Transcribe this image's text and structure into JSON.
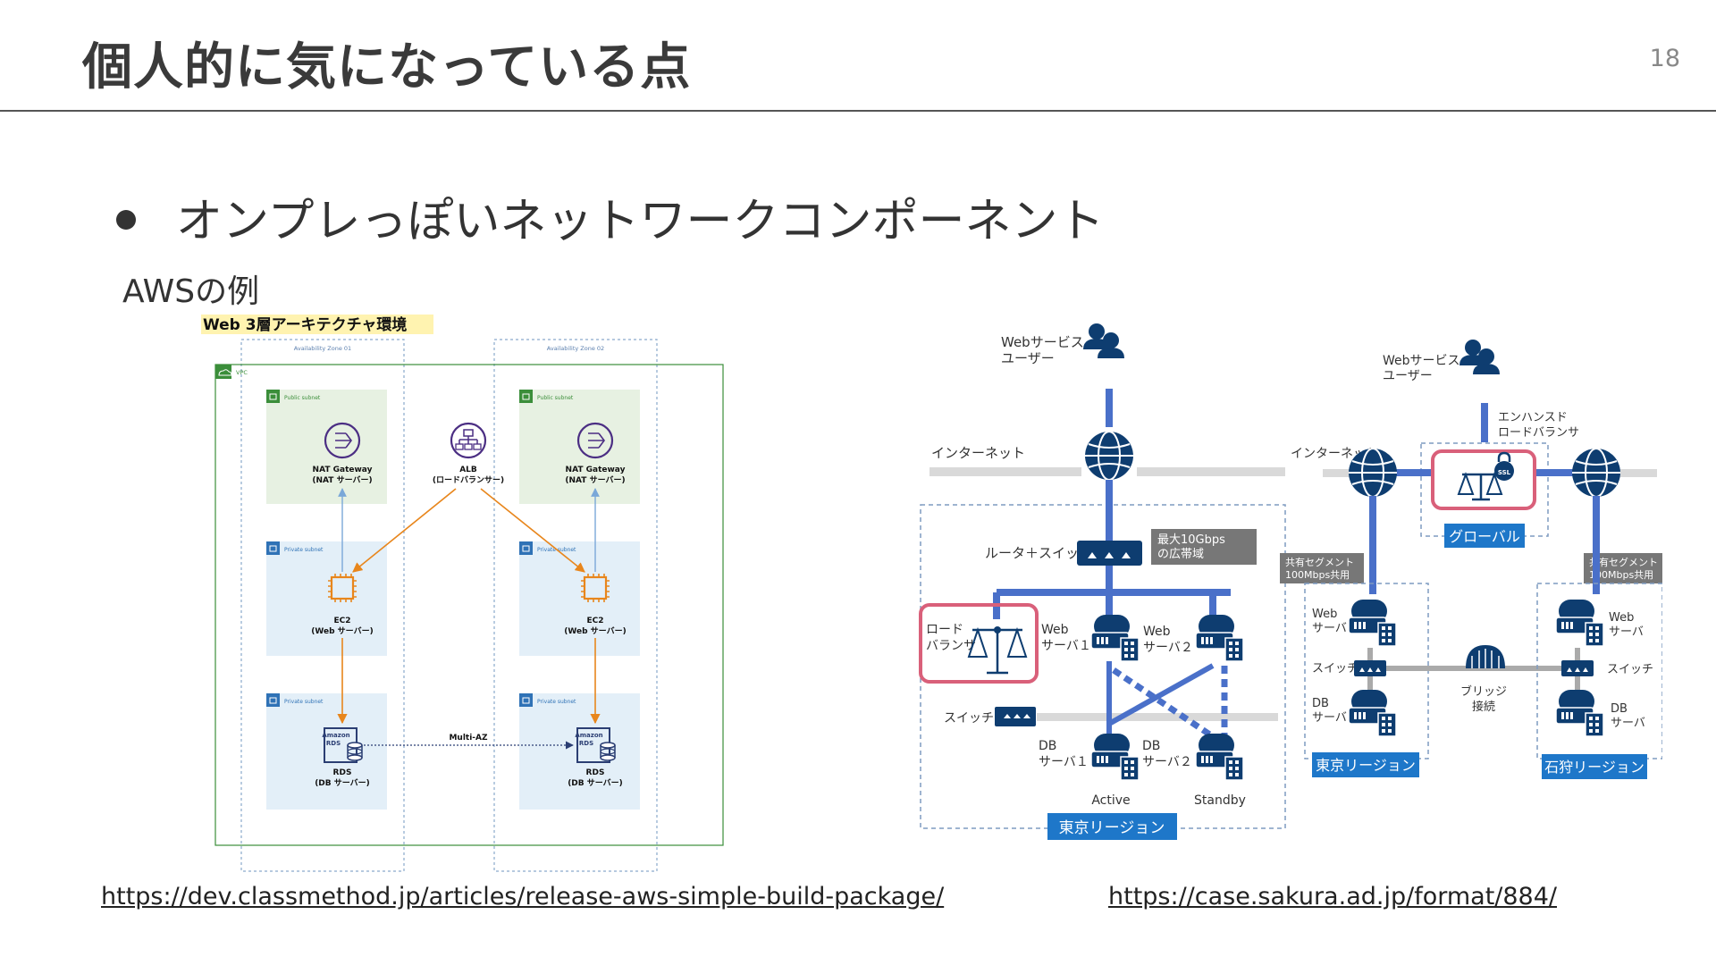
{
  "slide": {
    "title": "個人的に気になっている点",
    "page_number": "18",
    "bullet": "オンプレっぽいネットワークコンポーネント",
    "aws_example_label": "AWSの例"
  },
  "aws_diagram": {
    "heading": "Web 3層アーキテクチャ環境",
    "az1": "Availability Zone 01",
    "az2": "Availability Zone 02",
    "vpc": "VPC",
    "public_subnet": "Public subnet",
    "private_subnet": "Private subnet",
    "nat_title": "NAT Gateway",
    "nat_sub": "(NAT サーバー)",
    "alb_title": "ALB",
    "alb_sub": "(ロードバランサー)",
    "ec2_title": "EC2",
    "ec2_sub": "(Web サーバー)",
    "rds_icon_line1": "Amazon",
    "rds_icon_line2": "RDS",
    "rds_title": "RDS",
    "rds_sub": "(DB サーバー)",
    "multi_az": "Multi-AZ"
  },
  "sakura_diagram": {
    "left": {
      "user_line1": "Webサービス",
      "user_line2": "ユーザー",
      "internet": "インターネット",
      "router": "ルータ＋スイッチ",
      "bandwidth_line1": "最大10Gbps",
      "bandwidth_line2": "の広帯域",
      "lb_line1": "ロード",
      "lb_line2": "バランサ",
      "web1_line1": "Web",
      "web1_line2": "サーバ１",
      "web2_line1": "Web",
      "web2_line2": "サーバ２",
      "switch": "スイッチ",
      "db1_line1": "DB",
      "db1_line2": "サーバ１",
      "db2_line1": "DB",
      "db2_line2": "サーバ２",
      "active": "Active",
      "standby": "Standby",
      "region": "東京リージョン"
    },
    "right": {
      "user_line1": "Webサービス",
      "user_line2": "ユーザー",
      "elb_line1": "エンハンスド",
      "elb_line2": "ロードバランサ",
      "internet": "インターネット",
      "ssl": "SSL",
      "global": "グローバル",
      "shared_line1": "共有セグメント",
      "shared_line2": "100Mbps共用",
      "web_line1": "Web",
      "web_line2": "サーバ",
      "switch": "スイッチ",
      "db_line1": "DB",
      "db_line2": "サーバ",
      "bridge_line1": "ブリッジ",
      "bridge_line2": "接続",
      "region_tokyo": "東京リージョン",
      "region_ishikari": "石狩リージョン"
    }
  },
  "links": {
    "classmethod": "https://dev.classmethod.jp/articles/release-aws-simple-build-package/",
    "sakura": "https://case.sakura.ad.jp/format/884/"
  },
  "colors": {
    "sakura_blue": "#4a70c9",
    "sakura_navy": "#0e3d70",
    "sakura_region": "#1e77c9",
    "sakura_highlight": "#d9607a",
    "aws_orange": "#e8861c",
    "aws_purple": "#4b2e83",
    "aws_green": "#3b8e3a"
  }
}
